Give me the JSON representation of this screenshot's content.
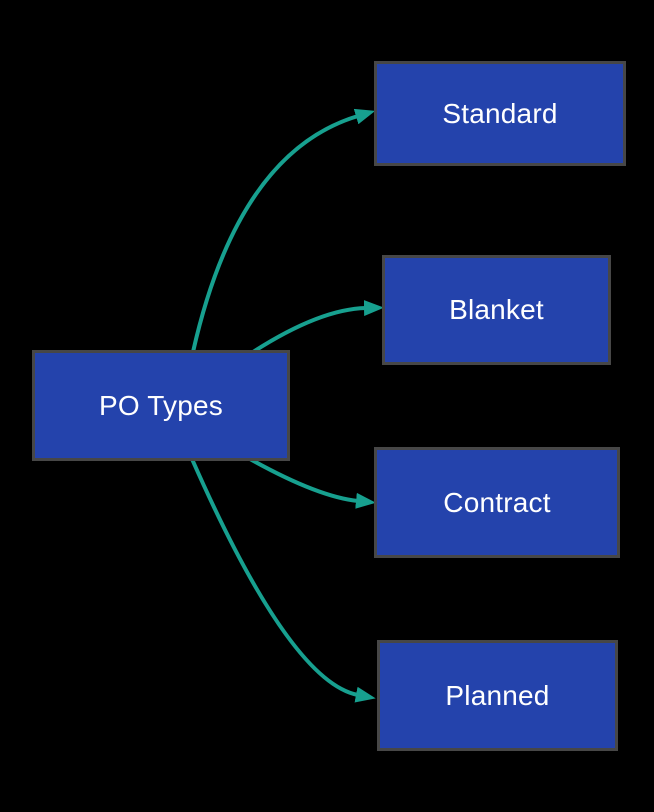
{
  "colors": {
    "background": "#000000",
    "node_fill": "#2443ac",
    "node_text": "#ffffff",
    "arrow": "#17a08f",
    "halo": "#474747"
  },
  "diagram": {
    "type": "flowchart",
    "nodes": [
      {
        "id": "po-types",
        "label": "PO Types",
        "role": "root"
      },
      {
        "id": "standard",
        "label": "Standard",
        "role": "child"
      },
      {
        "id": "blanket",
        "label": "Blanket",
        "role": "child"
      },
      {
        "id": "contract",
        "label": "Contract",
        "role": "child"
      },
      {
        "id": "planned",
        "label": "Planned",
        "role": "child"
      }
    ],
    "edges": [
      {
        "from": "po-types",
        "to": "standard"
      },
      {
        "from": "po-types",
        "to": "blanket"
      },
      {
        "from": "po-types",
        "to": "contract"
      },
      {
        "from": "po-types",
        "to": "planned"
      }
    ]
  }
}
